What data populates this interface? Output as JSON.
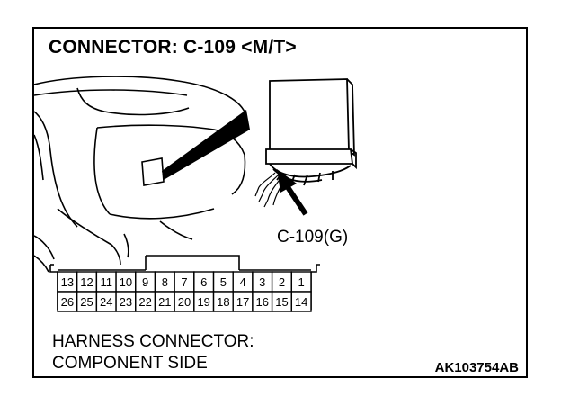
{
  "title": "CONNECTOR: C-109 <M/T>",
  "callout_label": "C-109(G)",
  "caption": {
    "line1": "HARNESS CONNECTOR:",
    "line2": "COMPONENT SIDE"
  },
  "figure_code": "AK103754AB",
  "connector": {
    "top_row": [
      "13",
      "12",
      "11",
      "10",
      "9",
      "8",
      "7",
      "6",
      "5",
      "4",
      "3",
      "2",
      "1"
    ],
    "bottom_row": [
      "26",
      "25",
      "24",
      "23",
      "22",
      "21",
      "20",
      "19",
      "18",
      "17",
      "16",
      "15",
      "14"
    ]
  }
}
